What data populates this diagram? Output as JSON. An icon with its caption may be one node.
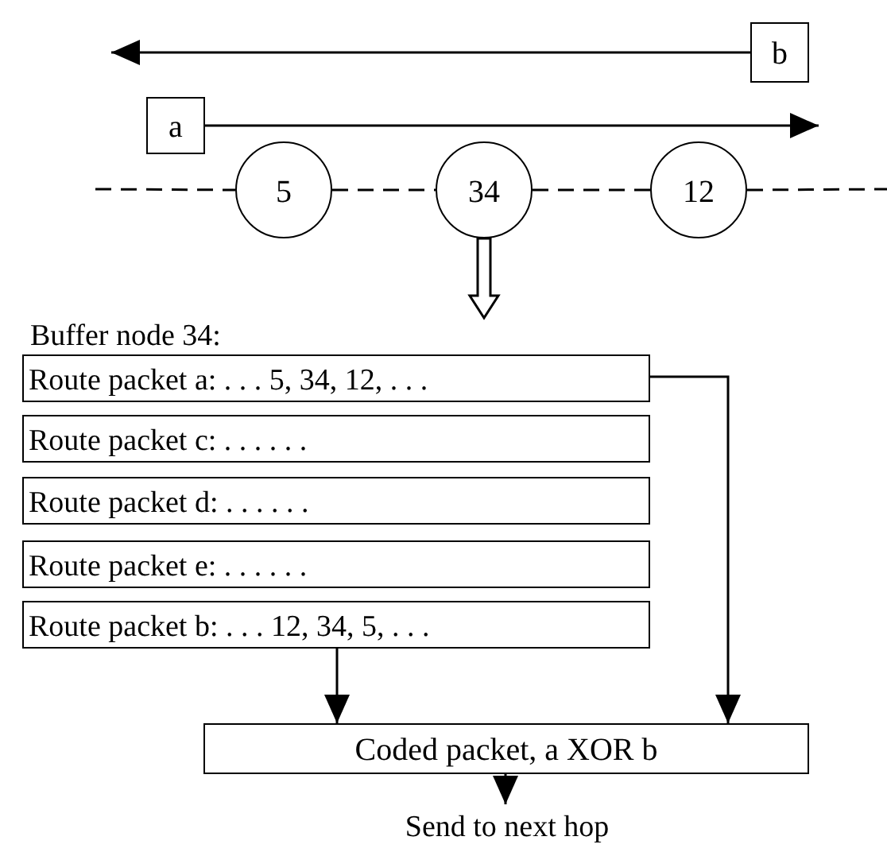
{
  "diagram": {
    "nodes": [
      {
        "text": [
          "b"
        ]
      },
      {
        "text": [
          "a"
        ]
      },
      {
        "text": [
          "5"
        ]
      },
      {
        "text": [
          "34"
        ]
      },
      {
        "text": [
          "12"
        ]
      },
      {
        "text": [
          "Buffer node 34:"
        ]
      },
      {
        "text": [
          "Route packet a: . . . 5, 34, 12, . . ."
        ]
      },
      {
        "text": [
          "Route packet c: . . . . . ."
        ]
      },
      {
        "text": [
          "Route packet d: . . . . . ."
        ]
      },
      {
        "text": [
          "Route packet e: . . . . . ."
        ]
      },
      {
        "text": [
          "Route packet b: . . . 12, 34, 5, . . ."
        ]
      },
      {
        "text": [
          "Coded packet, a XOR b"
        ]
      },
      {
        "text": [
          "Send to next hop"
        ]
      }
    ],
    "edges": [
      {
        "from": 0,
        "to": null,
        "arrow": "to"
      },
      {
        "from": 1,
        "to": null,
        "arrow": "to"
      },
      {
        "from": null,
        "to": 2,
        "arrow": "none",
        "style": "dashed"
      },
      {
        "from": 2,
        "to": 3,
        "arrow": "none",
        "style": "dashed"
      },
      {
        "from": 3,
        "to": 4,
        "arrow": "none",
        "style": "dashed"
      },
      {
        "from": 4,
        "to": null,
        "arrow": "none",
        "style": "dashed"
      },
      {
        "from": 3,
        "to": null,
        "arrow": "to",
        "style": "thick"
      },
      {
        "from": 6,
        "to": 11,
        "arrow": "to"
      },
      {
        "from": 10,
        "to": 11,
        "arrow": "to"
      },
      {
        "from": 11,
        "to": 12,
        "arrow": "to"
      }
    ]
  }
}
